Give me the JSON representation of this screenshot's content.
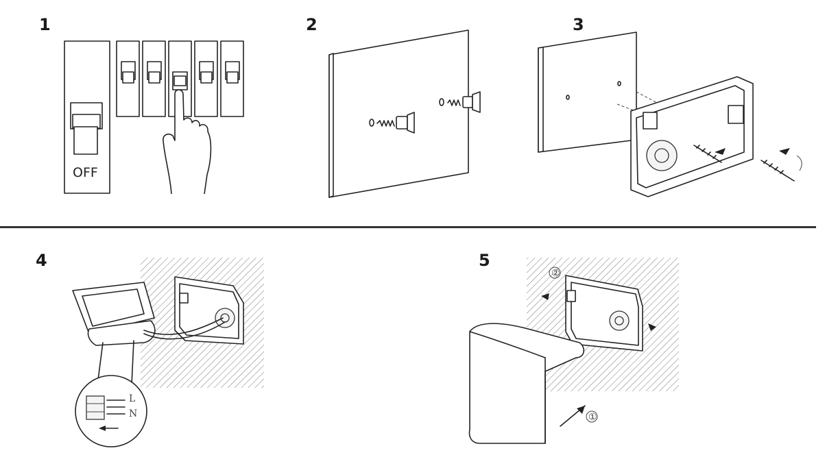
{
  "steps": [
    {
      "number": "1",
      "switch_label": "OFF"
    },
    {
      "number": "2"
    },
    {
      "number": "3"
    },
    {
      "number": "4",
      "terminal_labels": [
        "L",
        "N"
      ]
    },
    {
      "number": "5",
      "callouts": [
        "②",
        "①"
      ]
    }
  ]
}
